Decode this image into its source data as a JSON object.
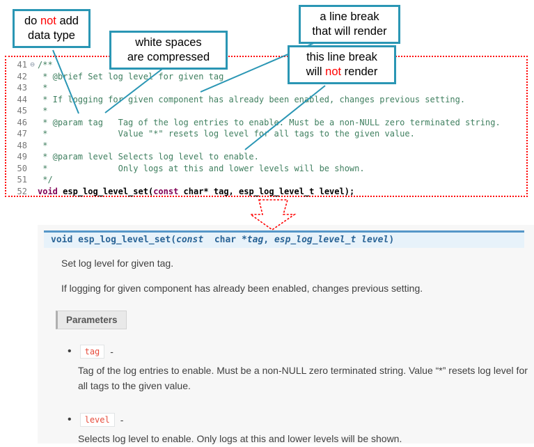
{
  "callouts": {
    "no_datatype": {
      "p1": "do ",
      "red": "not",
      "p2": " add",
      "line2": "data type"
    },
    "whitespace": {
      "line1": "white spaces",
      "line2": "are compressed"
    },
    "break_render": {
      "line1": "a line break",
      "line2": "that will render"
    },
    "break_norender": {
      "line1": "this line break",
      "p1": "will ",
      "red": "not",
      "p2": " render"
    }
  },
  "editor": {
    "lines": [
      {
        "num": "41",
        "fold": "⊖",
        "text": "/**"
      },
      {
        "num": "42",
        "text": " * @brief Set log level for given tag"
      },
      {
        "num": "43",
        "text": " *"
      },
      {
        "num": "44",
        "text": " * If logging for given component has already been enabled, changes previous setting."
      },
      {
        "num": "45",
        "text": " *"
      },
      {
        "num": "46",
        "text": " * @param tag   Tag of the log entries to enable. Must be a non-NULL zero terminated string."
      },
      {
        "num": "47",
        "text": " *              Value \"*\" resets log level for all tags to the given value."
      },
      {
        "num": "48",
        "text": " *"
      },
      {
        "num": "49",
        "text": " * @param level Selects log level to enable."
      },
      {
        "num": "50",
        "text": " *              Only logs at this and lower levels will be shown."
      },
      {
        "num": "51",
        "text": " */"
      }
    ],
    "decl": {
      "num": "52",
      "kw_void": "void",
      "fn": " esp_log_level_set(",
      "kw_const": "const",
      "rest": " char* tag, esp_log_level_t level);"
    }
  },
  "doc": {
    "signature": {
      "kw_void": "void",
      "fn": " esp_log_level_set",
      "open": "(",
      "kw_const": "const",
      "type1": "  char *",
      "arg1": "tag",
      "sep": ", ",
      "type2": "esp_log_level_t ",
      "arg2": "level",
      "close": ")"
    },
    "brief": "Set log level for given tag.",
    "description": "If logging for given component has already been enabled, changes previous setting.",
    "parameters_label": "Parameters",
    "bullet": "•",
    "params": [
      {
        "name": "tag",
        "dash": "-",
        "desc": "Tag of the log entries to enable. Must be a non-NULL zero terminated string. Value “*” resets log level for all tags to the given value."
      },
      {
        "name": "level",
        "dash": "-",
        "desc": "Selects log level to enable. Only logs at this and lower levels will be shown."
      }
    ]
  },
  "colors": {
    "accent_teal": "#2a96b4",
    "annotation_red": "#ff0000",
    "comment_green": "#3f7f5f",
    "keyword_purple": "#7f0055",
    "line_number_gray": "#787878",
    "panel_bg": "#f7f7f7",
    "sig_bg": "#e7f2fa",
    "sig_border_blue": "#5596c8",
    "sig_text_blue": "#2a6496",
    "body_text": "#404040",
    "param_chip_red": "#e74c3c",
    "chip_border": "#e1e4e5",
    "params_box_bg": "#e9e9e9"
  }
}
